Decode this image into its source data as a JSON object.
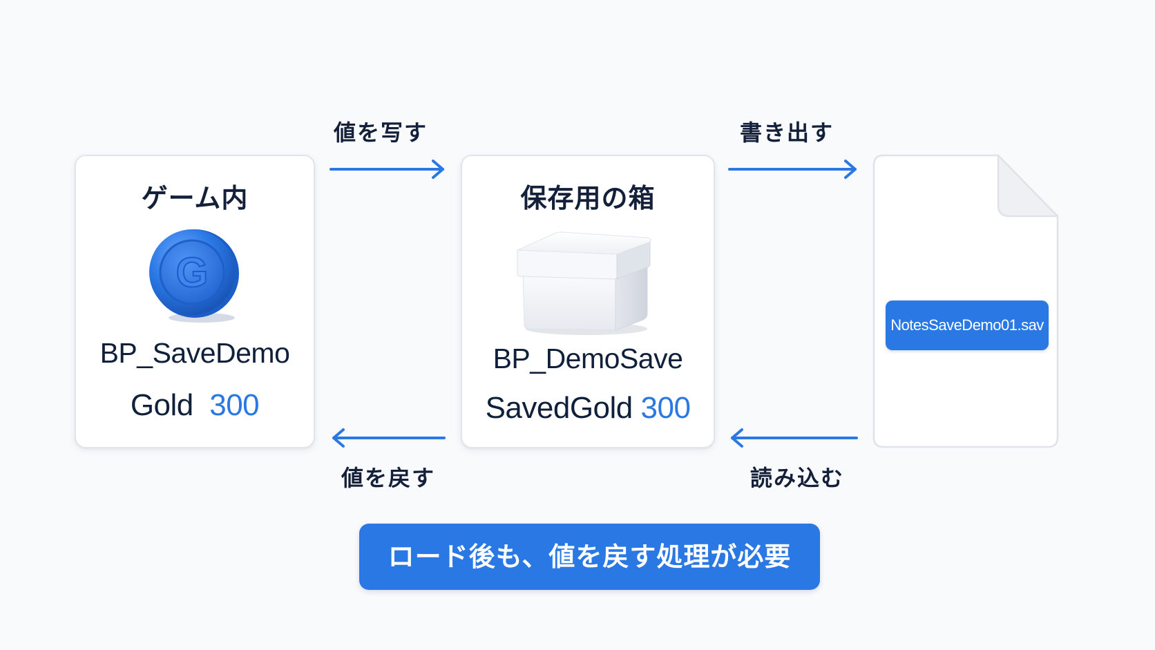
{
  "colors": {
    "accent": "#2a78e4",
    "text": "#14203a",
    "background": "#f9fafc",
    "card": "#ffffff"
  },
  "game_card": {
    "title": "ゲーム内",
    "icon": "gold-coin-icon",
    "coin_letter": "G",
    "name": "BP_SaveDemo",
    "value_label": "Gold",
    "value": "300"
  },
  "save_card": {
    "title": "保存用の箱",
    "icon": "box-icon",
    "name": "BP_DemoSave",
    "value_label": "SavedGold",
    "value": "300"
  },
  "file": {
    "icon": "document-icon",
    "filename": "NotesSaveDemo01.sav"
  },
  "arrows": {
    "copy_label": "値を写す",
    "write_label": "書き出す",
    "restore_label": "値を戻す",
    "load_label": "読み込む"
  },
  "banner": {
    "text": "ロード後も、値を戻す処理が必要"
  }
}
